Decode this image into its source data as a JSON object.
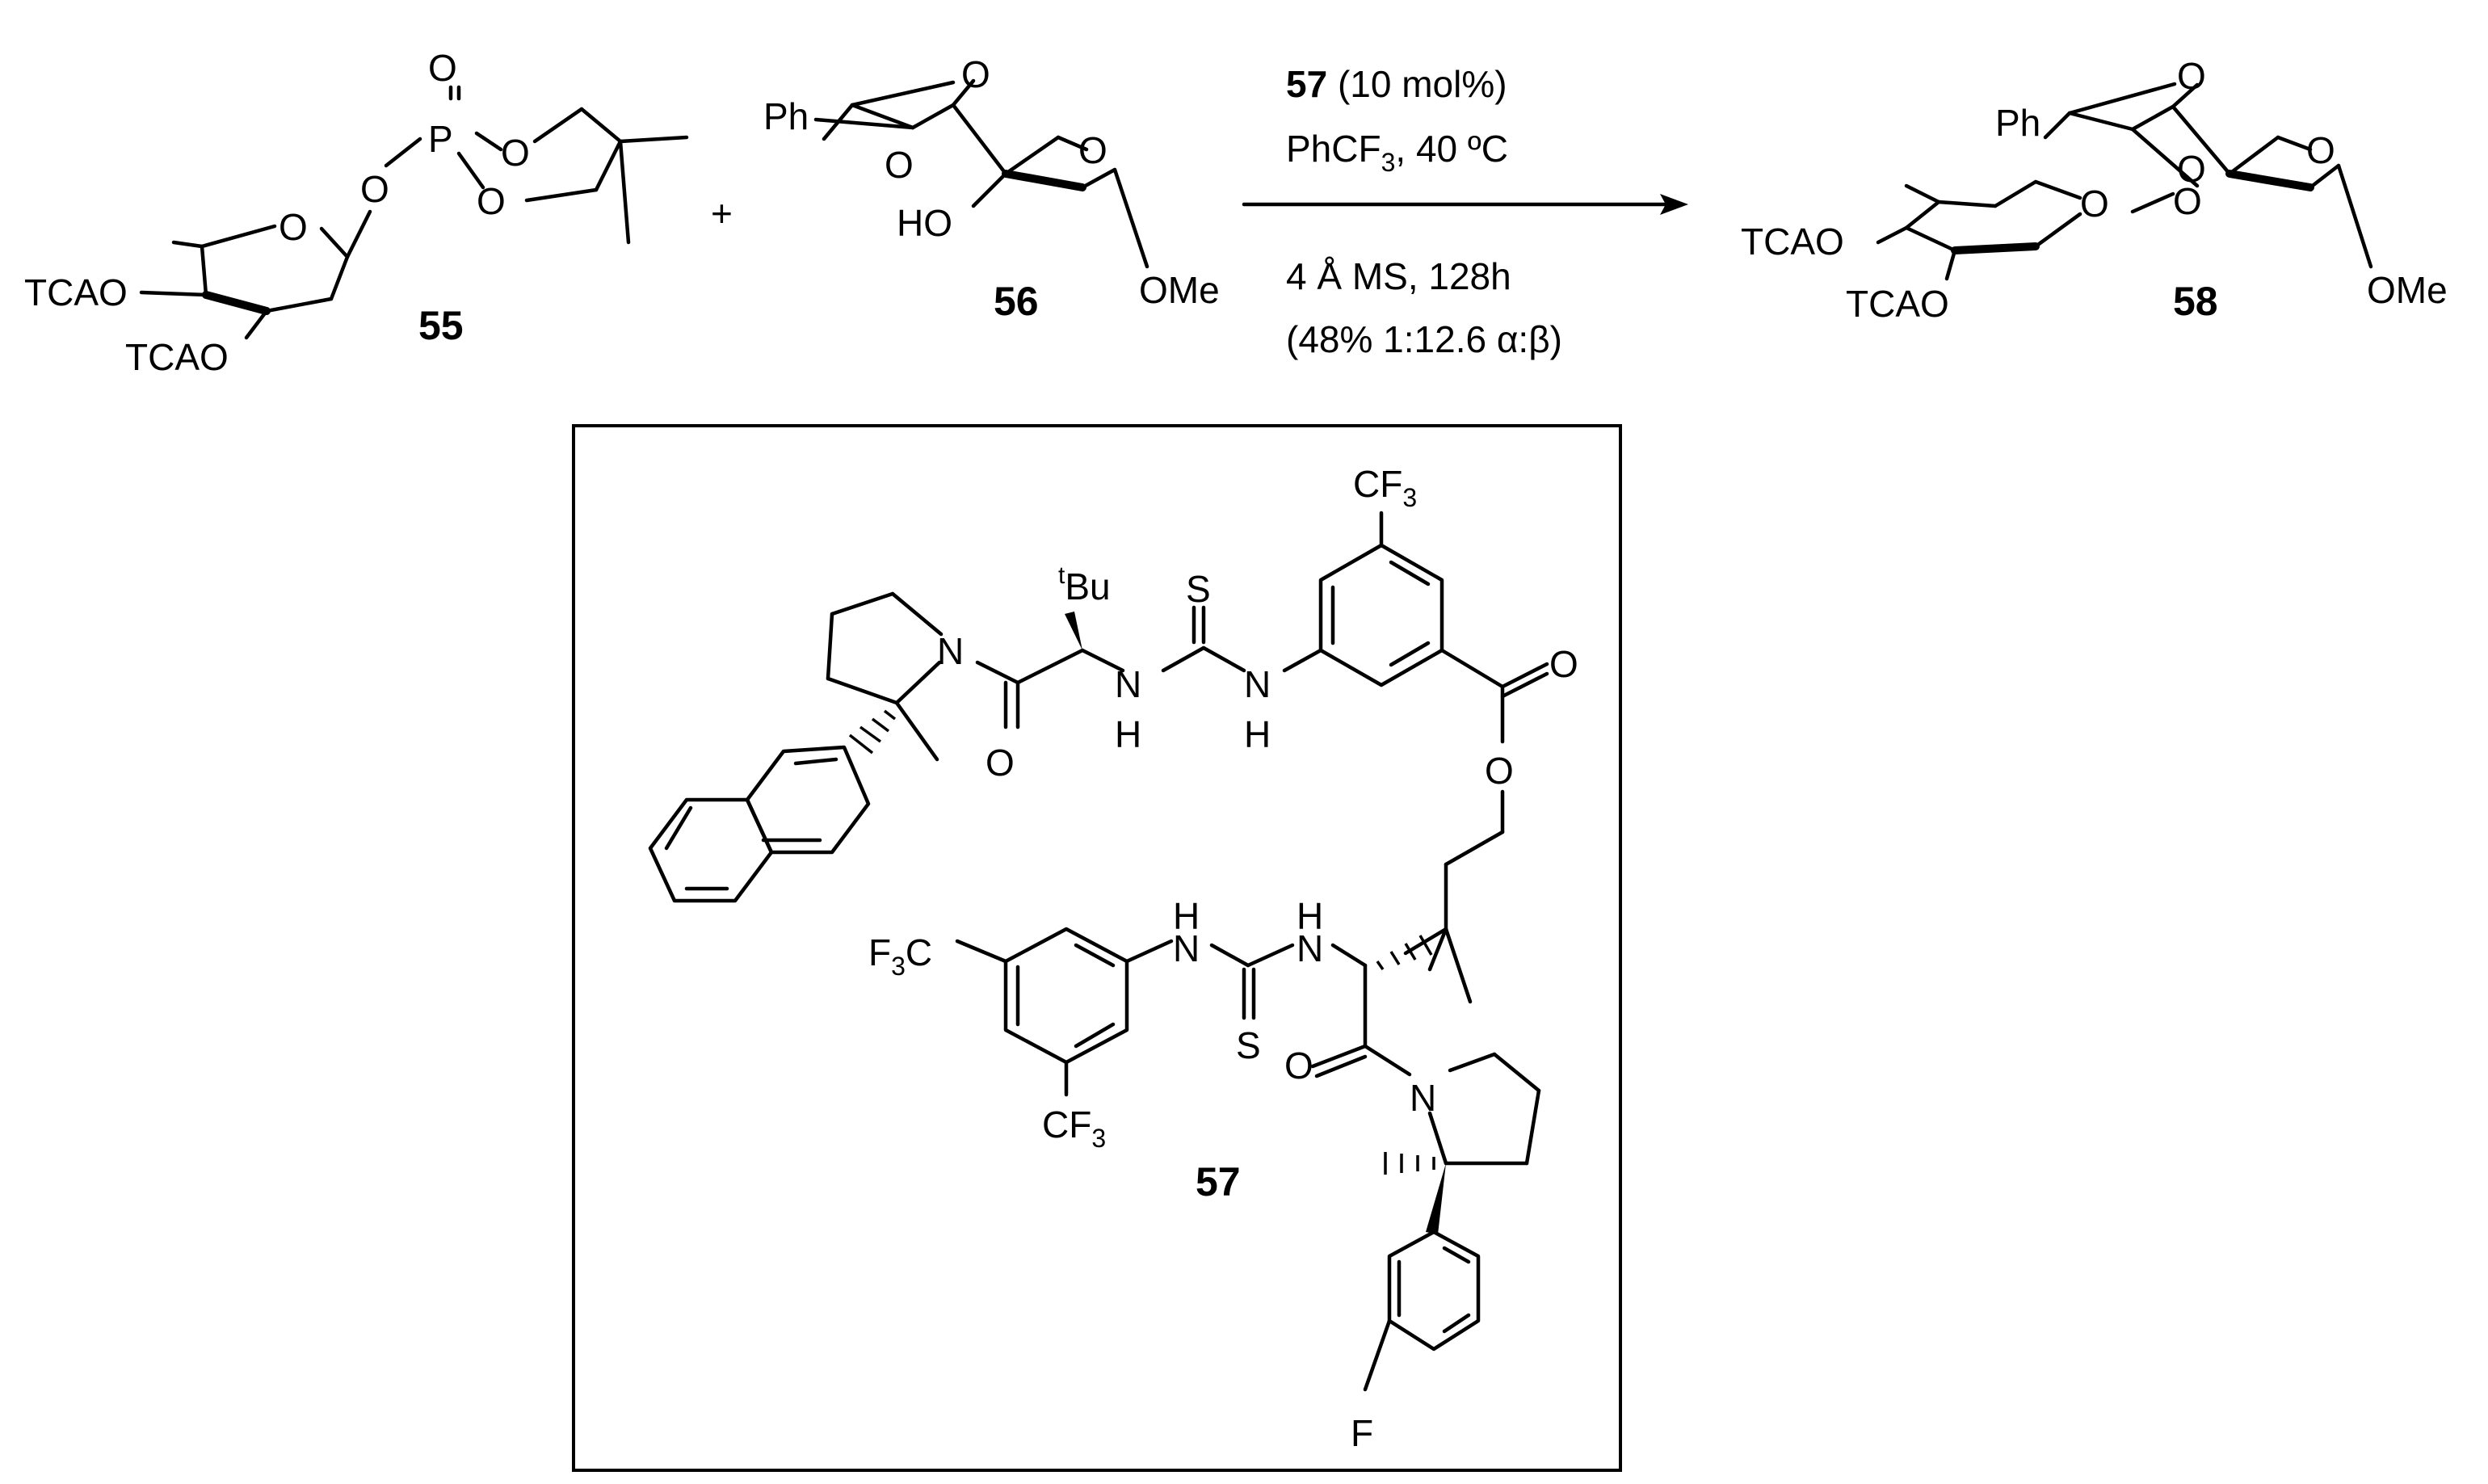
{
  "labels": {
    "O": "O",
    "P": "P",
    "N": "N",
    "H": "H",
    "S": "S",
    "F": "F",
    "Ph": "Ph",
    "HO": "HO",
    "OMe": "OMe",
    "TCAO": "TCAO",
    "CF": "CF",
    "C": "C",
    "three": "3",
    "Bu": "Bu",
    "t": "t",
    "plus": "+"
  },
  "compounds": {
    "c55": "55",
    "c56": "56",
    "c57": "57",
    "c58": "58"
  },
  "conditions": {
    "catalyst_id": "57",
    "catalyst_load": " (10 mol%)",
    "solvent_a": "PhCF",
    "solvent_b": ", 40 ºC",
    "sieves": "4 Å MS, 128h",
    "yield": "(48% 1:12.6 α:β)"
  }
}
